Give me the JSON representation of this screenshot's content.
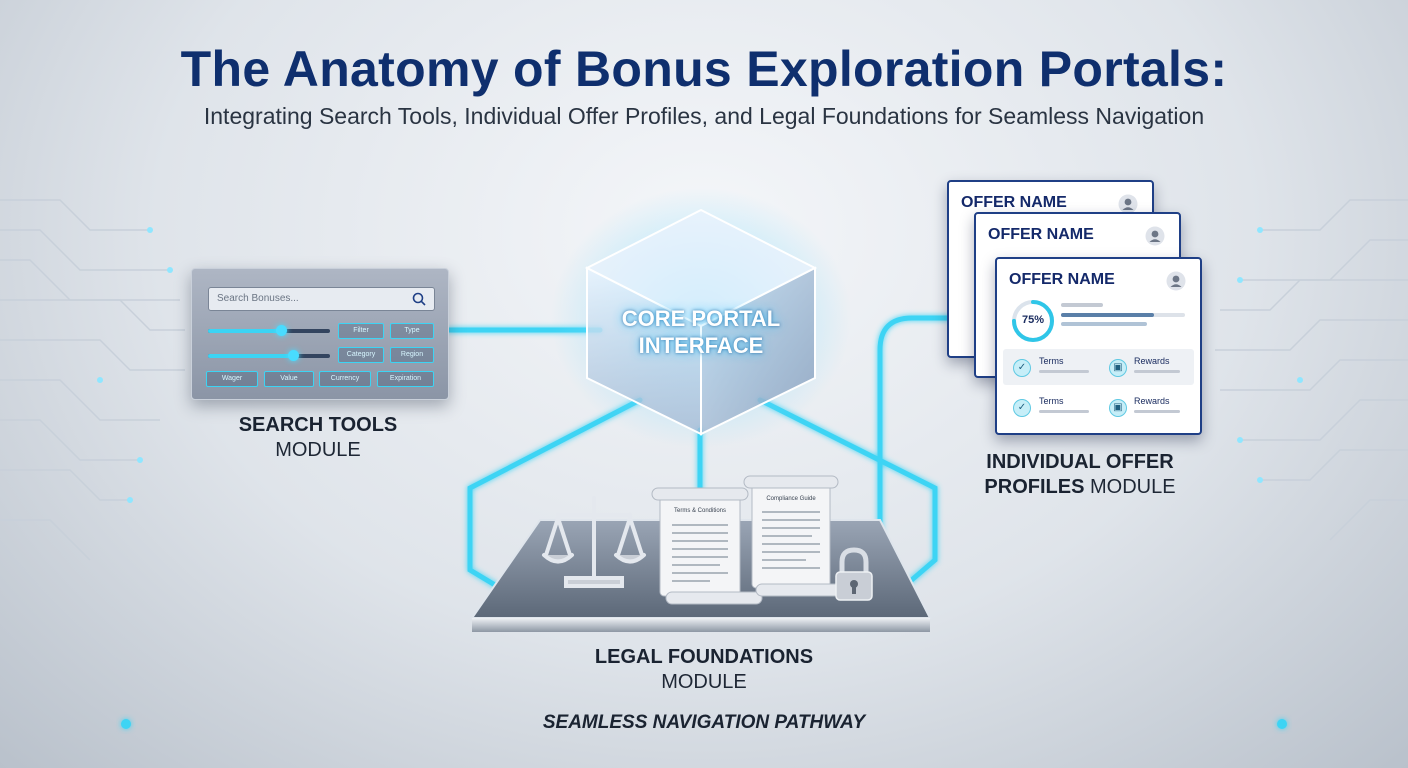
{
  "title": "The Anatomy of Bonus Exploration Portals:",
  "subtitle": "Integrating Search Tools, Individual Offer Profiles, and Legal Foundations for Seamless Navigation",
  "core": {
    "line1": "CORE PORTAL",
    "line2": "INTERFACE"
  },
  "search_module": {
    "placeholder": "Search Bonuses...",
    "slider1_value": 0.6,
    "slider2_value": 0.7,
    "chips_row1": [
      "Filter",
      "Type"
    ],
    "chips_row2": [
      "Category",
      "Region"
    ],
    "chips_row3": [
      "Wager",
      "Value",
      "Currency",
      "Expiration"
    ],
    "label_bold": "SEARCH TOOLS",
    "label_normal": "MODULE"
  },
  "offer_module": {
    "cards": [
      {
        "title": "OFFER NAME"
      },
      {
        "title": "OFFER NAME"
      },
      {
        "title": "OFFER NAME",
        "progress_text": "75%",
        "progress": 0.75,
        "items": [
          "Terms",
          "Rewards",
          "Terms",
          "Rewards"
        ]
      }
    ],
    "label_bold_1": "INDIVIDUAL OFFER",
    "label_bold_2": "PROFILES",
    "label_normal": "MODULE"
  },
  "legal_module": {
    "scroll1_title": "Terms & Conditions",
    "scroll2_title": "Compliance Guide",
    "label_bold": "LEGAL FOUNDATIONS",
    "label_normal": "MODULE"
  },
  "pathway": "SEAMLESS NAVIGATION PATHWAY",
  "colors": {
    "title": "#0f2f6e",
    "glow": "#3cd4f4",
    "card_border": "#1f3f86"
  },
  "icons": [
    "search-icon",
    "user-icon",
    "scales-icon",
    "scroll-icon",
    "lock-icon",
    "document-check-icon",
    "gift-icon"
  ]
}
